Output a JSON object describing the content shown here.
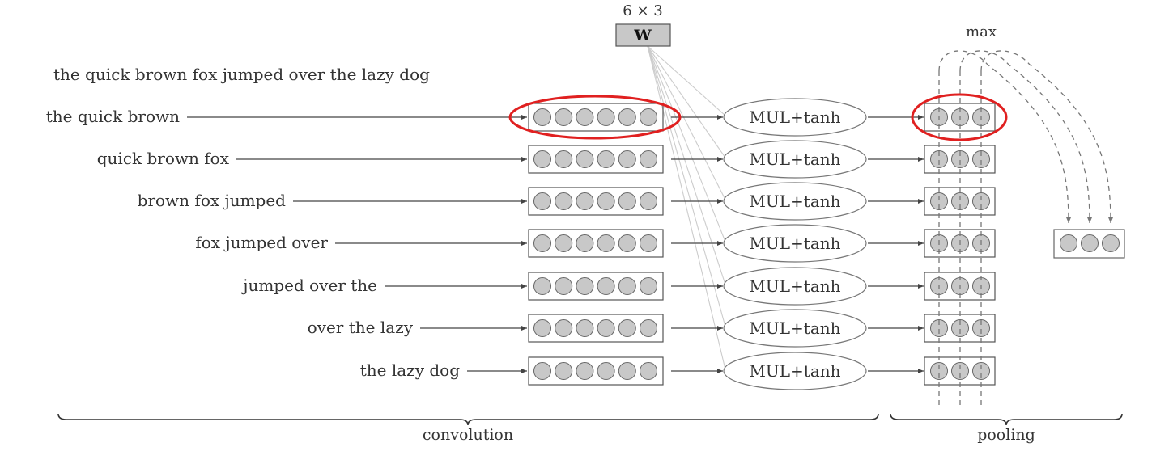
{
  "weight": {
    "dims": "6 × 3",
    "label": "W"
  },
  "pool_label": "max",
  "sentence": "the quick brown fox jumped over the lazy dog",
  "trigrams": [
    "the quick brown",
    "quick brown fox",
    "brown fox jumped",
    "fox jumped over",
    "jumped over the",
    "over the lazy",
    "the lazy dog"
  ],
  "op_label": "MUL+tanh",
  "embedding_circles": 6,
  "feature_circles": 3,
  "output_circles": 3,
  "braces": {
    "convolution": "convolution",
    "pooling": "pooling"
  },
  "colors": {
    "circle_fill": "#c8c8c8",
    "box_stroke": "#555555",
    "weight_fill": "#c8c8c8",
    "highlight": "#e02020",
    "fan_line": "#cccccc",
    "text": "#333333"
  }
}
